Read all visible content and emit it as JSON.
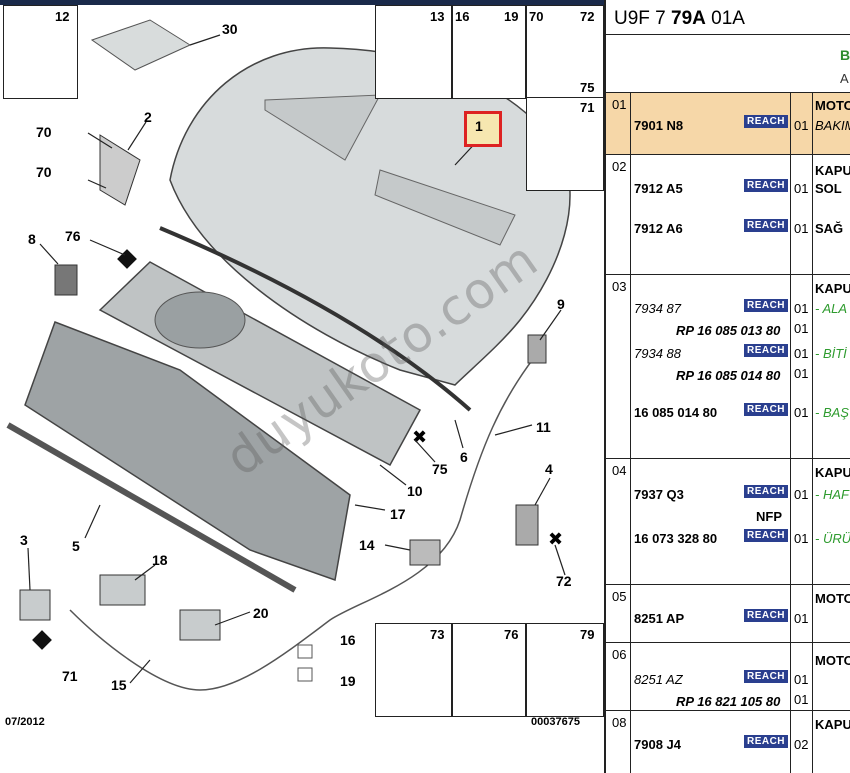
{
  "diagram": {
    "part_labels": [
      "12",
      "30",
      "13",
      "16",
      "19",
      "70",
      "72",
      "75",
      "71",
      "2",
      "70",
      "70",
      "1",
      "8",
      "76",
      "9",
      "11",
      "6",
      "75",
      "10",
      "4",
      "17",
      "5",
      "14",
      "72",
      "3",
      "18",
      "20",
      "71",
      "15",
      "16",
      "19",
      "73",
      "76",
      "79"
    ],
    "footer_left": "07/2012",
    "footer_right": "00037675",
    "watermark": "duyukoto.com"
  },
  "panel": {
    "ref_prefix": "U9F 7",
    "ref_bold": "79A",
    "ref_suffix": "01A",
    "sub_b": "B",
    "sub_a": "A",
    "reach_label": "REACH",
    "rows": [
      {
        "index": "01",
        "highlight": true,
        "lines": [
          {
            "pn": "7901 N8",
            "reach": true,
            "qty": "01",
            "desc": "MOTO",
            "desc2": "BAKIM"
          }
        ]
      },
      {
        "index": "02",
        "lines": [
          {
            "pn": "7912 A5",
            "reach": true,
            "qty": "01",
            "desc": "SOL",
            "head": "KAPU"
          },
          {
            "pn": "7912 A6",
            "reach": true,
            "qty": "01",
            "desc": "SAĞ"
          }
        ]
      },
      {
        "index": "03",
        "head": "KAPU",
        "lines": [
          {
            "pn": "7934 87",
            "reach": true,
            "qty": "01",
            "desc": "- ALA",
            "rp": "RP 16 085 013 80",
            "rpqty": "01"
          },
          {
            "pn": "7934 88",
            "reach": true,
            "qty": "01",
            "desc": "- BİTİ",
            "rp": "RP 16 085 014 80",
            "rpqty": "01"
          },
          {
            "pn": "16 085 014 80",
            "reach": true,
            "qty": "01",
            "desc": "- BAŞ"
          }
        ]
      },
      {
        "index": "04",
        "head": "KAPU",
        "lines": [
          {
            "pn": "7937 Q3",
            "reach": true,
            "qty": "01",
            "desc": "- HAF"
          },
          {
            "nfp": "NFP",
            "pn": "16 073 328 80",
            "reach": true,
            "qty": "01",
            "desc": "- ÜRÜ"
          }
        ]
      },
      {
        "index": "05",
        "head": "MOTO",
        "lines": [
          {
            "pn": "8251 AP",
            "reach": true,
            "qty": "01"
          }
        ]
      },
      {
        "index": "06",
        "head": "MOTO",
        "lines": [
          {
            "pn": "8251 AZ",
            "reach": true,
            "qty": "01",
            "rp": "RP 16 821 105 80",
            "rpqty": "01"
          }
        ]
      },
      {
        "index": "08",
        "head": "KAPU",
        "lines": [
          {
            "pn": "7908 J4",
            "reach": true,
            "qty": "02"
          }
        ]
      }
    ]
  }
}
